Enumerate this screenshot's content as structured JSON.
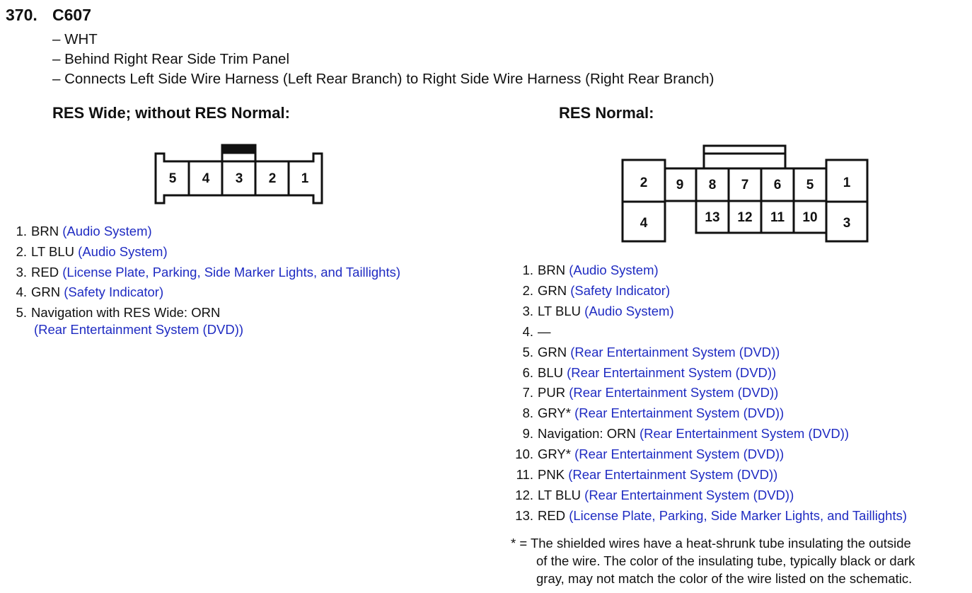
{
  "header": {
    "number": "370.",
    "connector": "C607"
  },
  "description": [
    "– WHT",
    "– Behind Right Rear Side Trim Panel",
    "– Connects Left Side Wire Harness (Left Rear Branch) to Right Side Wire Harness (Right Rear Branch)"
  ],
  "left": {
    "title": "RES Wide; without RES Normal:",
    "connector_pins": [
      "5",
      "4",
      "3",
      "2",
      "1"
    ],
    "pins": [
      {
        "num": "1.",
        "text": "BRN",
        "link": "(Audio System)"
      },
      {
        "num": "2.",
        "text": "LT BLU",
        "link": "(Audio System)"
      },
      {
        "num": "3.",
        "text": "RED",
        "link": "(License Plate, Parking, Side Marker Lights, and Taillights)"
      },
      {
        "num": "4.",
        "text": "GRN",
        "link": "(Safety Indicator)"
      },
      {
        "num": "5.",
        "text": "Navigation with RES Wide: ORN",
        "link": "(Rear Entertainment System (DVD))"
      }
    ]
  },
  "right": {
    "title": "RES Normal:",
    "connector_pins": {
      "top": [
        "2",
        "9",
        "8",
        "7",
        "6",
        "5",
        "1"
      ],
      "bottom": [
        "4",
        "13",
        "12",
        "11",
        "10",
        "3"
      ]
    },
    "pins": [
      {
        "num": "1.",
        "text": "BRN",
        "link": "(Audio System)"
      },
      {
        "num": "2.",
        "text": "GRN",
        "link": "(Safety Indicator)"
      },
      {
        "num": "3.",
        "text": "LT BLU",
        "link": "(Audio System)"
      },
      {
        "num": "4.",
        "text": "—",
        "link": ""
      },
      {
        "num": "5.",
        "text": "GRN",
        "link": "(Rear Entertainment System (DVD))"
      },
      {
        "num": "6.",
        "text": "BLU",
        "link": "(Rear Entertainment System (DVD))"
      },
      {
        "num": "7.",
        "text": "PUR",
        "link": "(Rear Entertainment System (DVD))"
      },
      {
        "num": "8.",
        "text": "GRY*",
        "link": "(Rear Entertainment System (DVD))"
      },
      {
        "num": "9.",
        "text": "Navigation: ORN",
        "link": "(Rear Entertainment System (DVD))"
      },
      {
        "num": "10.",
        "text": "GRY*",
        "link": "(Rear Entertainment System (DVD))"
      },
      {
        "num": "11.",
        "text": "PNK",
        "link": "(Rear Entertainment System (DVD))"
      },
      {
        "num": "12.",
        "text": "LT BLU",
        "link": "(Rear Entertainment System (DVD))"
      },
      {
        "num": "13.",
        "text": "RED",
        "link": "(License Plate, Parking, Side Marker Lights, and Taillights)"
      }
    ]
  },
  "footnote": {
    "line1": "* = The shielded wires have a heat-shrunk tube insulating the outside",
    "line2": "of the wire. The color of the insulating tube, typically black or dark",
    "line3": "gray, may not match the color of the wire listed on the schematic."
  },
  "colors": {
    "link": "#1f2bc2",
    "text": "#111111"
  }
}
